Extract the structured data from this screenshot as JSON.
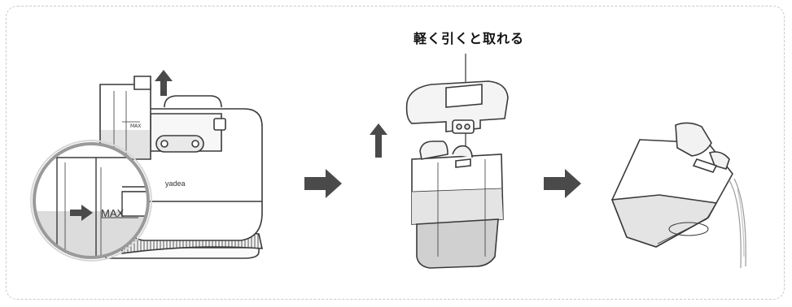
{
  "caption": "軽く引くと取れる",
  "brand_label": "yadea",
  "max_label": "MAX",
  "max_label_small": "MAX",
  "colors": {
    "arrow": "#4a4a4a",
    "outline": "#3a3a3a",
    "tank_fill": "#e6e6e6",
    "water_fill": "#cfcfcf",
    "frame": "#c9c9c9"
  },
  "icons": [
    "up-arrow-icon",
    "right-arrow-icon"
  ]
}
